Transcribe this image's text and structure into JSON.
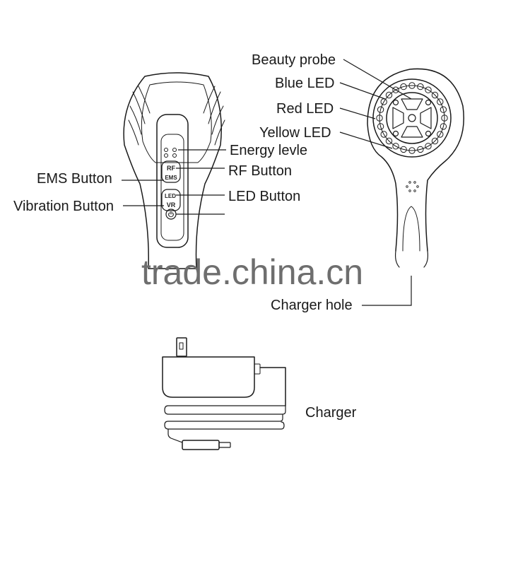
{
  "labels": {
    "beauty_probe": "Beauty probe",
    "blue_led": "Blue LED",
    "red_led": "Red LED",
    "yellow_led": "Yellow LED",
    "energy_level": "Energy levle",
    "rf_button": "RF Button",
    "ems_button": "EMS Button",
    "led_button": "LED Button",
    "vibration_button": "Vibration Button",
    "charger_hole": "Charger hole",
    "charger": "Charger"
  },
  "device_buttons": {
    "rf": "RF",
    "ems": "EMS",
    "led": "LED",
    "vr": "VR",
    "power_symbol": "⏻"
  },
  "watermark": "trade.china.cn",
  "colors": {
    "line": "#1a1a1a",
    "watermark": "#6e6e6e"
  }
}
